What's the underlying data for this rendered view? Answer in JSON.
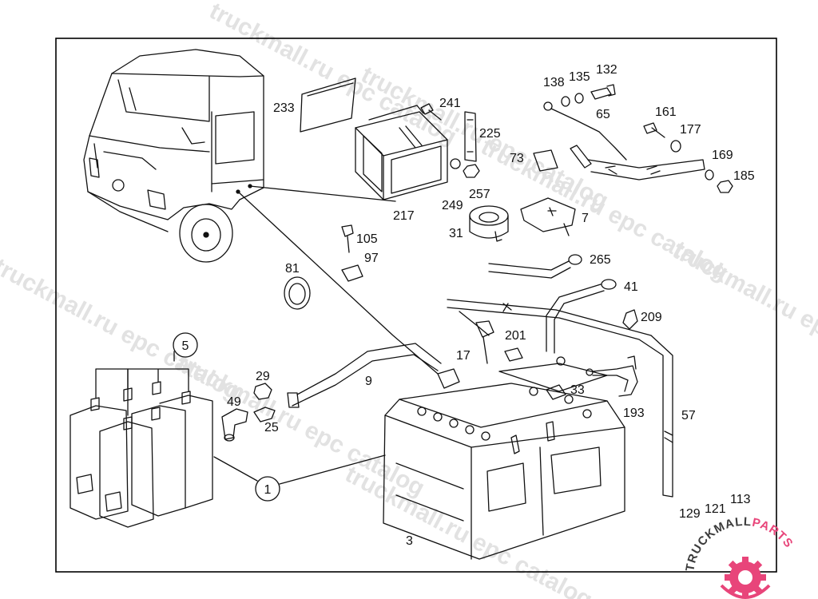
{
  "watermark": {
    "text": "truckmall.ru epc catalog",
    "color": "#e2e2e2"
  },
  "logo": {
    "text": "TRUCKMALLPARTS",
    "part_a": "TRUCKMALL",
    "part_b": "PARTS",
    "color_dark": "#3c3c3c",
    "color_accent": "#e8457a"
  },
  "callouts": {
    "p1": "1",
    "p3": "3",
    "p5": "5",
    "p7": "7",
    "p9": "9",
    "p17": "17",
    "p25": "25",
    "p29": "29",
    "p31": "31",
    "p33": "33",
    "p41": "41",
    "p49": "49",
    "p57": "57",
    "p65": "65",
    "p73": "73",
    "p81": "81",
    "p97": "97",
    "p105": "105",
    "p113": "113",
    "p121": "121",
    "p129": "129",
    "p132": "132",
    "p135": "135",
    "p138": "138",
    "p161": "161",
    "p169": "169",
    "p177": "177",
    "p185": "185",
    "p193": "193",
    "p201": "201",
    "p209": "209",
    "p217": "217",
    "p225": "225",
    "p233": "233",
    "p241": "241",
    "p249": "249",
    "p257": "257",
    "p265": "265"
  },
  "colors": {
    "ink": "#111111",
    "frame": "#000000",
    "paper": "#ffffff"
  }
}
